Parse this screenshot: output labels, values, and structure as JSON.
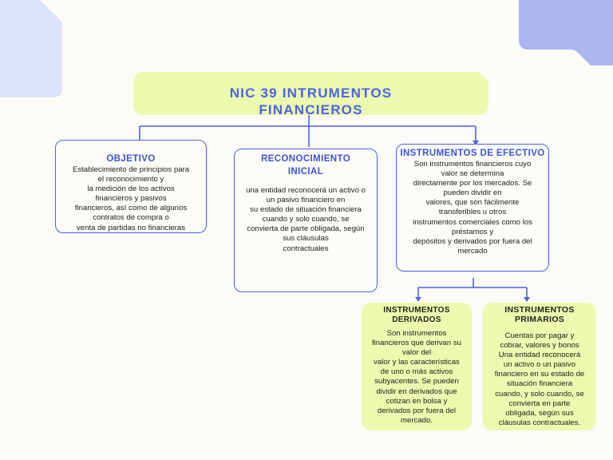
{
  "colors": {
    "background": "#fcfbf5",
    "accent_blue": "#4a63ea",
    "highlight_green": "#ebfaae",
    "decor_left": "#dde3fb",
    "decor_right": "#a9b7ee"
  },
  "title": "NIC 39 INTRUMENTOS\nFINANCIEROS",
  "objetivo": {
    "heading": "OBJETIVO",
    "body": "Establecimiento de principios para\nel reconocimiento y\nla medición de los activos\nfinancieros y pasivos\nfinancieros, así como de algunos\ncontratos de compra o\nventa de partidas no financieras"
  },
  "reconocimiento": {
    "heading": "RECONOCIMIENTO\nINICIAL",
    "body": "una entidad reconocerá un activo o\nun pasivo financiero en\nsu estado de situación financiera\ncuando y solo cuando, se\nconvierta de parte obligada, según\nsus cláusulas\ncontractuales"
  },
  "efectivo": {
    "heading": "INSTRUMENTOS DE EFECTIVO",
    "body": "Son instrumentos financieros cuyo\nvalor se determina\ndirectamente por los mercados. Se\npueden dividir en\nvalores, que son fácilmente\ntransferibles u otros\ninstrumentos comerciales como los\npréstamos y\ndepósitos y derivados por fuera del\nmercado"
  },
  "derivados": {
    "heading": "INSTRUMENTOS\nDERIVADOS",
    "body": "Son instrumentos\nfinancieros que derivan su\nvalor del\nvalor y las características\nde uno o más activos\nsubyacentes. Se pueden\ndividir en derivados que\ncotizan en bolsa y\nderivados por fuera del\nmercado."
  },
  "primarios": {
    "heading": "INSTRUMENTOS\nPRIMARIOS",
    "body": "Cuentas por pagar y\ncobrar, valores y bonos\nUna entidad reconocerá\nun activo o un pasivo\nfinanciero en su estado de\nsituación financiera\ncuando, y solo cuando, se\nconvierta en parte\nobligada, según sus\ncláusulas contractuales."
  }
}
